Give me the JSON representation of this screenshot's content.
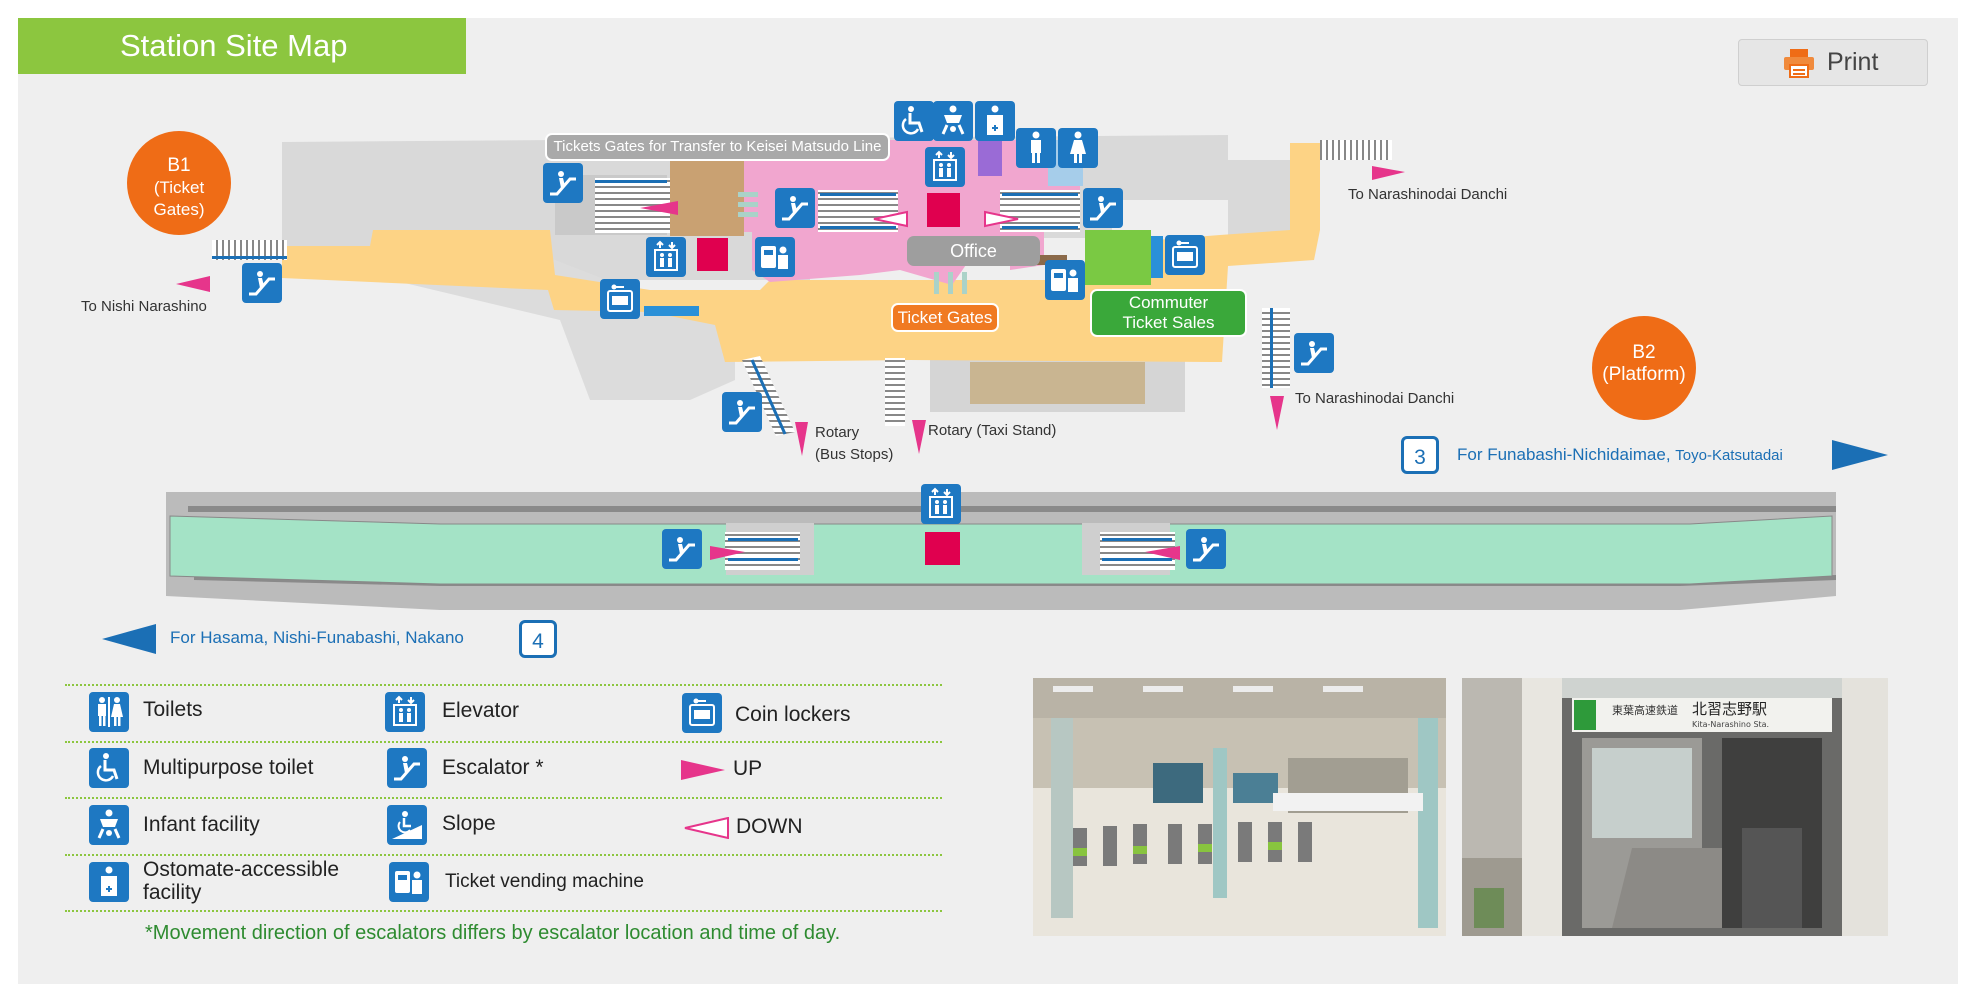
{
  "header": {
    "title": "Station Site Map",
    "print_label": "Print"
  },
  "floors": {
    "b1": {
      "line1": "B1",
      "line2": "(Ticket Gates)"
    },
    "b2": {
      "line1": "B2",
      "line2": "(Platform)"
    }
  },
  "map_labels": {
    "transfer_gates": "Tickets Gates for Transfer to Keisei Matsudo Line",
    "office": "Office",
    "ticket_gates": "Ticket Gates",
    "commuter_line1": "Commuter",
    "commuter_line2": "Ticket Sales",
    "to_nishi_narashino": "To Nishi Narashino",
    "to_narashinodai_top": "To Narashinodai Danchi",
    "to_narashinodai_right": "To Narashinodai Danchi",
    "rotary_bus_line1": "Rotary",
    "rotary_bus_line2": "(Bus Stops)",
    "rotary_taxi": "Rotary (Taxi Stand)"
  },
  "platform": {
    "track3": {
      "number": "3",
      "dest_main": "For Funabashi-Nichidaimae,",
      "dest_sub": "Toyo-Katsutadai"
    },
    "track4": {
      "number": "4",
      "dest": "For Hasama, Nishi-Funabashi, Nakano"
    }
  },
  "legend": {
    "toilets": "Toilets",
    "elevator": "Elevator",
    "coin_lockers": "Coin lockers",
    "multipurpose_toilet": "Multipurpose toilet",
    "escalator": "Escalator *",
    "up": "UP",
    "infant_facility": "Infant facility",
    "slope": "Slope",
    "down": "DOWN",
    "ostomate_line1": "Ostomate-accessible",
    "ostomate_line2": "facility",
    "ticket_vending": "Ticket vending machine",
    "note": "*Movement direction of escalators differs by escalator location and time of day."
  },
  "photos": {
    "sign_jp_company": "東葉高速鉄道",
    "sign_jp_station": "北習志野駅",
    "sign_en_station": "Kita-Narashino Sta."
  },
  "colors": {
    "brand_green": "#8cc63f",
    "floor_orange": "#ef6c16",
    "concourse": "#fdd385",
    "platform_green": "#a4e3c6",
    "icon_blue": "#1e78c2",
    "arrow_pink": "#e6358b",
    "commuter_green": "#3aa83a"
  }
}
